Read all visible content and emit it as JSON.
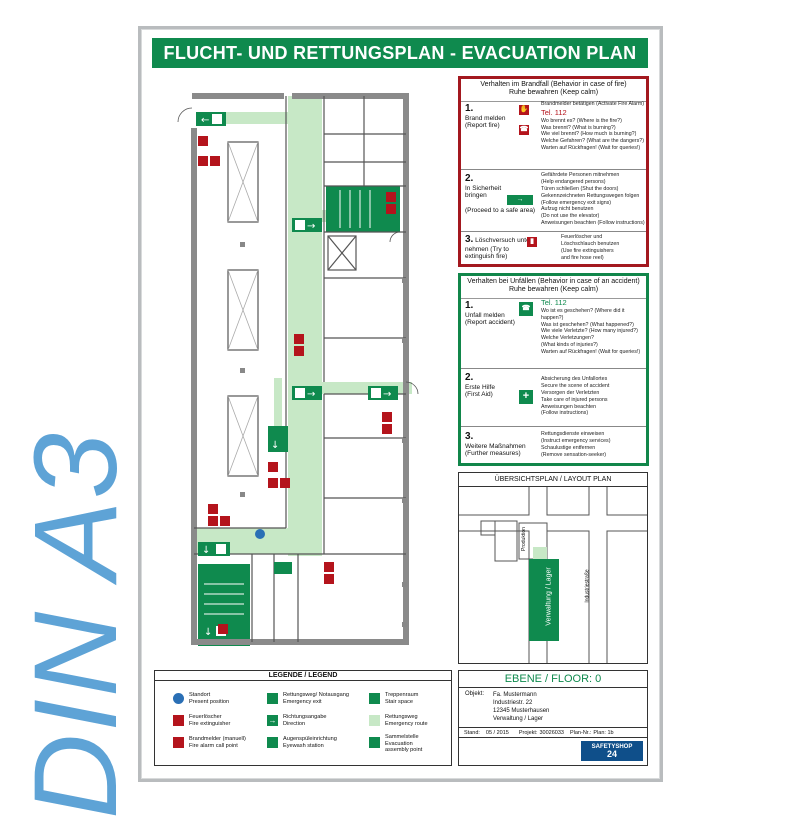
{
  "sign": {
    "size_label": "DIN A3",
    "title": "FLUCHT- UND RETTUNGSPLAN - EVACUATION PLAN"
  },
  "fire_box": {
    "heading_1": "Verhalten im Brandfall (Behavior in case of fire)",
    "heading_2": "Ruhe bewahren (Keep calm)",
    "steps": [
      {
        "num": "1.",
        "title_1": "Brand melden",
        "title_2": "(Report fire)",
        "lines": [
          "Brandmelder betätigen (Activate Fire Alarm)",
          "Tel. 112",
          "Wo brennt es? (Where is the fire?)",
          "Was brennt? (What is burning?)",
          "Wie viel brennt? (How much is burning?)",
          "Welche Gefahren? (What are the dangers?)",
          "Warten auf Rückfragen! (Wait for queries!)"
        ]
      },
      {
        "num": "2.",
        "title_1": "In Sicherheit",
        "title_2": "bringen",
        "title_3": "(Proceed to a safe area)",
        "lines": [
          "Gefährdete Personen mitnehmen",
          "(Help endangered persons)",
          "Türen schließen (Shut the doors)",
          "Gekennzeichneten Rettungswegen folgen",
          "(Follow emergency exit signs)",
          "Aufzug nicht benutzen",
          "(Do not use the elevator)",
          "Anweisungen beachten (Follow instructions)"
        ]
      },
      {
        "num": "3.",
        "title_1": "Löschversuch unter-",
        "title_2": "nehmen (Try to",
        "title_3": "extinguish fire)",
        "lines": [
          "Feuerlöscher und",
          "Löschschlauch benutzen",
          "(Use fire extinguishers",
          "and fire hose reel)"
        ]
      }
    ]
  },
  "accident_box": {
    "heading_1": "Verhalten bei Unfällen (Behavior in case of an accident)",
    "heading_2": "Ruhe bewahren (Keep calm)",
    "steps": [
      {
        "num": "1.",
        "title_1": "Unfall melden",
        "title_2": "(Report accident)",
        "lines": [
          "Tel. 112",
          "Wo ist es geschehen? (Where did it happen?)",
          "Was ist geschehen? (What happened?)",
          "Wie viele Verletzte? (How many injured?)",
          "Welche Verletzungen?",
          "(What kinds of injuries?)",
          "Warten auf Rückfragen! (Wait for queries!)"
        ]
      },
      {
        "num": "2.",
        "title_1": "Erste Hilfe",
        "title_2": "(First Aid)",
        "lines": [
          "Absicherung des Unfallortes",
          "Secure the scene of accident",
          "Versorgen der Verletzten",
          "Take care of injured persons",
          "Anweisungen beachten",
          "(Follow instructions)"
        ]
      },
      {
        "num": "3.",
        "title_1": "Weitere Maßnahmen",
        "title_2": "(Further measures)",
        "lines": [
          "Rettungsdienste einweisen",
          "(Instruct emergency services)",
          "Schaulustige entfernen",
          "(Remove sensation-seeker)"
        ]
      }
    ]
  },
  "overview": {
    "heading": "ÜBERSICHTSPLAN / LAYOUT PLAN",
    "building_1": "Produktion",
    "building_2": "Verwaltung / Lager",
    "street": "Industriestraße"
  },
  "legend": {
    "heading": "LEGENDE / LEGEND",
    "items": [
      {
        "icon": "present-position-icon",
        "de": "Standort",
        "en": "Present position"
      },
      {
        "icon": "fire-extinguisher-icon",
        "de": "Feuerlöscher",
        "en": "Fire extinguisher"
      },
      {
        "icon": "fire-alarm-icon",
        "de": "Brandmelder (manuell)",
        "en": "Fire alarm call point"
      },
      {
        "icon": "emergency-exit-icon",
        "de": "Rettungsweg/ Notausgang",
        "en": "Emergency exit"
      },
      {
        "icon": "direction-arrow-icon",
        "de": "Richtungsangabe",
        "en": "Direction"
      },
      {
        "icon": "eyewash-icon",
        "de": "Augenspüleinrichtung",
        "en": "Eyewash station"
      },
      {
        "icon": "stair-space-swatch",
        "de": "Treppenraum",
        "en": "Stair space"
      },
      {
        "icon": "emergency-route-swatch",
        "de": "Rettungsweg",
        "en": "Emergency route"
      },
      {
        "icon": "assembly-point-icon",
        "de": "Sammelstelle",
        "en": "Evacuation",
        "en2": "assembly point"
      }
    ]
  },
  "floor_info": {
    "floor": "EBENE / FLOOR: 0",
    "object_label": "Objekt:",
    "object_lines": [
      "Fa. Mustermann",
      "Industriestr. 22",
      "12345 Musterhausen",
      "Verwaltung / Lager"
    ],
    "stand_label": "Stand:",
    "stand_value": "05 / 2015",
    "project_label": "Projekt:",
    "project_value": "30026033",
    "plan_label": "Plan-Nr.:",
    "plan_value": "Plan: 1b",
    "brand_1": "SAFETYSHOP",
    "brand_2": "24"
  },
  "colors": {
    "green": "#0f8a4e",
    "light_green": "#c7e8c6",
    "red": "#b4141c",
    "frame": "#b9bcbe",
    "dina3_blue": "#5ea3d6"
  }
}
